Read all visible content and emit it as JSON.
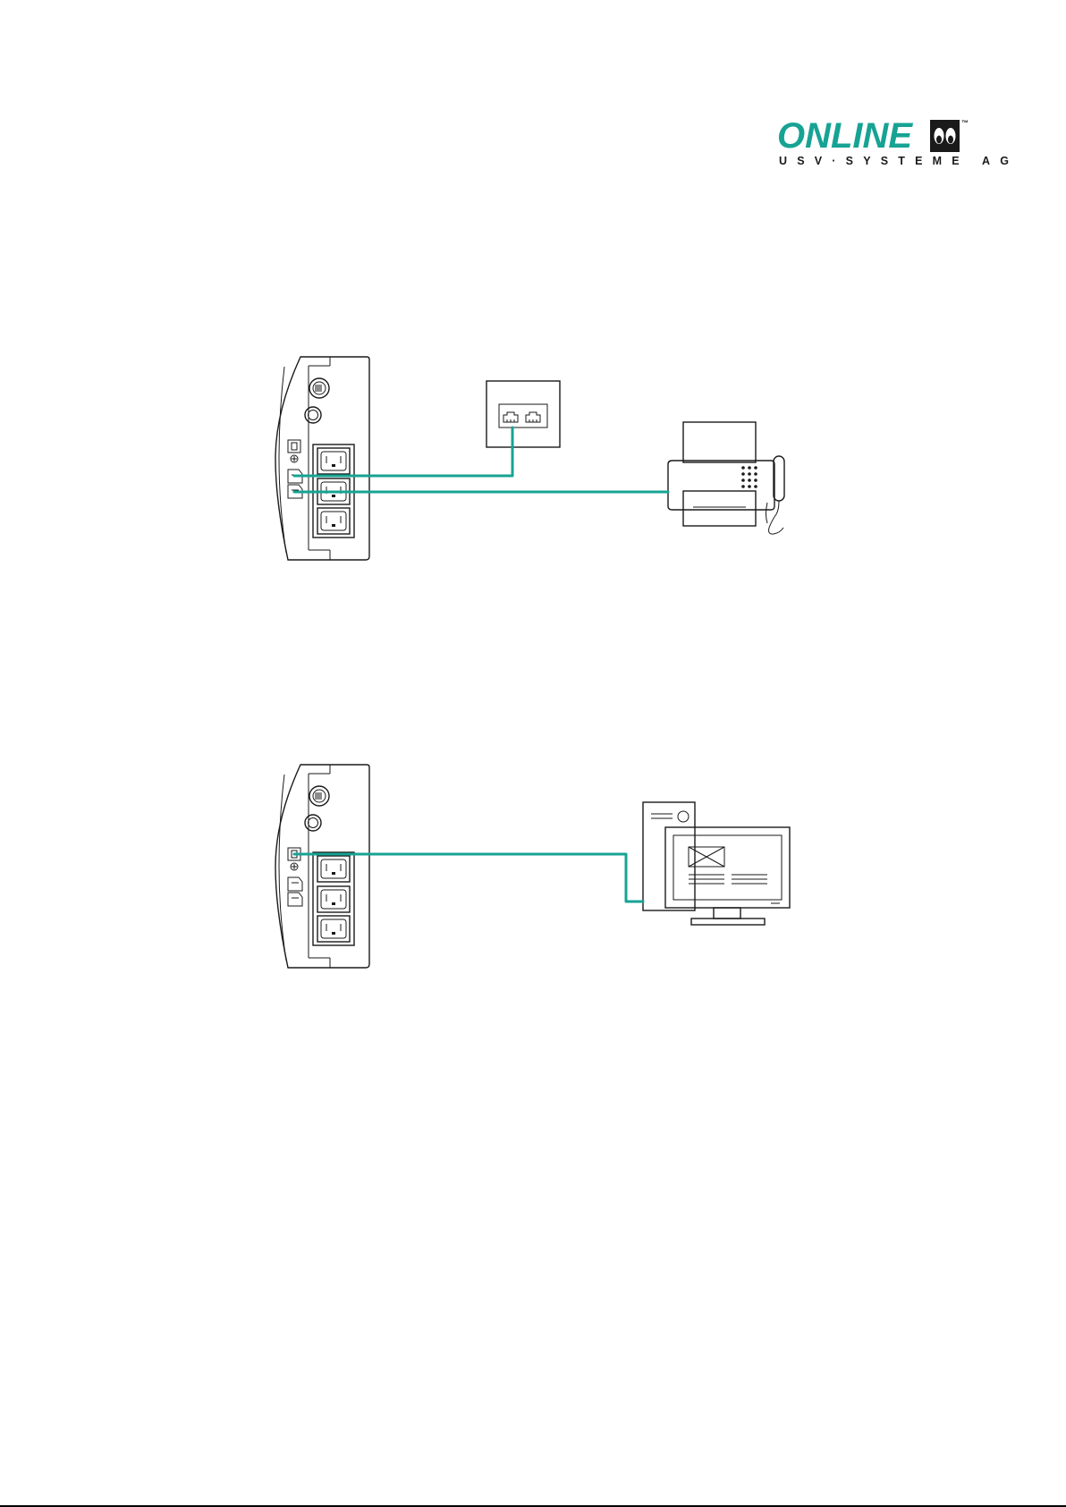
{
  "logo": {
    "wordmark": "ONLINE",
    "tagline": "USV·SYSTEME AG",
    "trademark": "™"
  },
  "colors": {
    "cable": "#17a394",
    "brand": "#17a394",
    "line": "#1a1a1a",
    "background": "#ffffff"
  },
  "figures": [
    {
      "name": "ups-to-phone-fax",
      "devices": [
        "ups-rear-panel",
        "telephone-wall-socket",
        "fax-machine"
      ],
      "connections": [
        {
          "from": "ups-rj-in",
          "to": "telephone-wall-socket"
        },
        {
          "from": "ups-rj-out",
          "to": "fax-machine"
        }
      ]
    },
    {
      "name": "ups-to-computer",
      "devices": [
        "ups-rear-panel",
        "desktop-computer"
      ],
      "connections": [
        {
          "from": "ups-usb-port",
          "to": "desktop-computer"
        }
      ]
    }
  ]
}
